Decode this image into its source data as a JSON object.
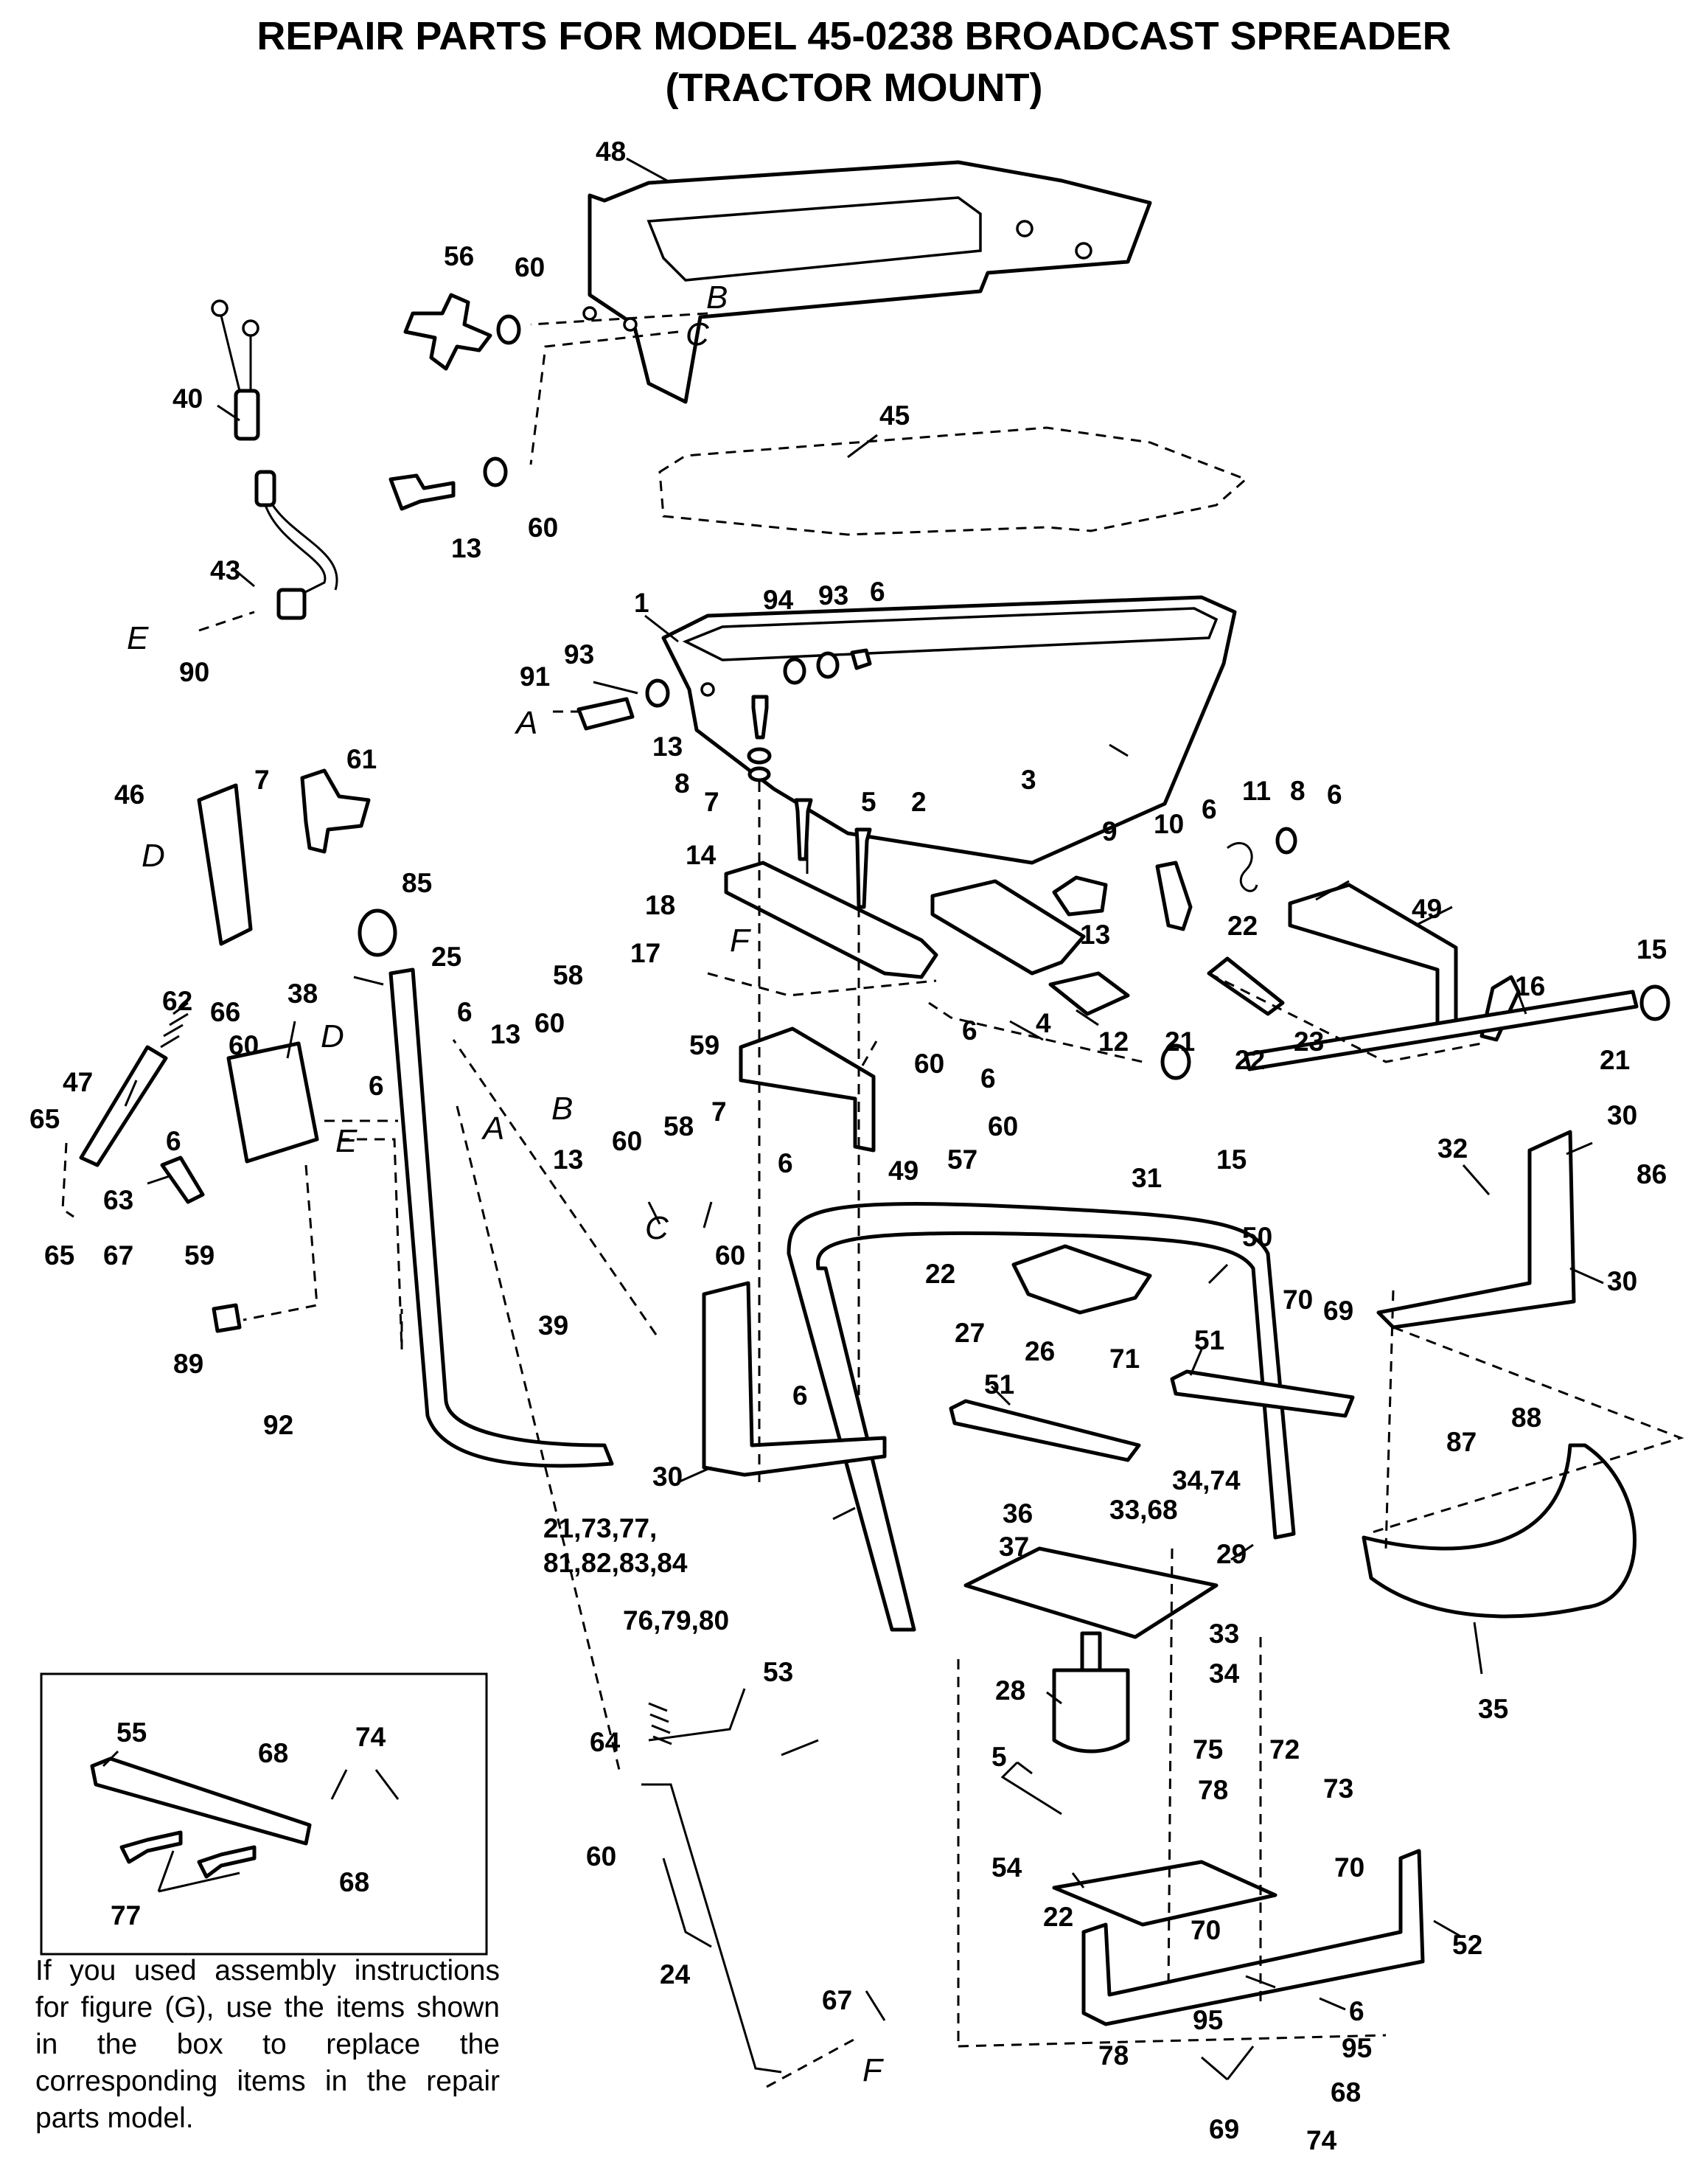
{
  "title": {
    "line1": "REPAIR PARTS FOR MODEL 45-0238  BROADCAST SPREADER",
    "line2": "(TRACTOR MOUNT)"
  },
  "callouts": [
    {
      "id": "c48",
      "text": "48"
    },
    {
      "id": "c56",
      "text": "56"
    },
    {
      "id": "c60a",
      "text": "60"
    },
    {
      "id": "c40",
      "text": "40"
    },
    {
      "id": "c45",
      "text": "45"
    },
    {
      "id": "c13a",
      "text": "13"
    },
    {
      "id": "c60b",
      "text": "60"
    },
    {
      "id": "c43",
      "text": "43"
    },
    {
      "id": "c90",
      "text": "90"
    },
    {
      "id": "c1",
      "text": "1"
    },
    {
      "id": "c94",
      "text": "94"
    },
    {
      "id": "c93a",
      "text": "93"
    },
    {
      "id": "c6a",
      "text": "6"
    },
    {
      "id": "c93b",
      "text": "93"
    },
    {
      "id": "c91",
      "text": "91"
    },
    {
      "id": "c13b",
      "text": "13"
    },
    {
      "id": "c8a",
      "text": "8"
    },
    {
      "id": "c7a",
      "text": "7"
    },
    {
      "id": "c5a",
      "text": "5"
    },
    {
      "id": "c2",
      "text": "2"
    },
    {
      "id": "c3",
      "text": "3"
    },
    {
      "id": "c9",
      "text": "9"
    },
    {
      "id": "c10",
      "text": "10"
    },
    {
      "id": "c6b",
      "text": "6"
    },
    {
      "id": "c11",
      "text": "11"
    },
    {
      "id": "c8b",
      "text": "8"
    },
    {
      "id": "c6c",
      "text": "6"
    },
    {
      "id": "c46",
      "text": "46"
    },
    {
      "id": "c7b",
      "text": "7"
    },
    {
      "id": "c61",
      "text": "61"
    },
    {
      "id": "c14",
      "text": "14"
    },
    {
      "id": "c13c",
      "text": "13"
    },
    {
      "id": "c22a",
      "text": "22"
    },
    {
      "id": "c49a",
      "text": "49"
    },
    {
      "id": "c85",
      "text": "85"
    },
    {
      "id": "c18",
      "text": "18"
    },
    {
      "id": "c17",
      "text": "17"
    },
    {
      "id": "c4",
      "text": "4"
    },
    {
      "id": "c12",
      "text": "12"
    },
    {
      "id": "c21a",
      "text": "21"
    },
    {
      "id": "c23",
      "text": "23"
    },
    {
      "id": "c22b",
      "text": "22"
    },
    {
      "id": "c15a",
      "text": "15"
    },
    {
      "id": "c16",
      "text": "16"
    },
    {
      "id": "c21b",
      "text": "21"
    },
    {
      "id": "c25",
      "text": "25"
    },
    {
      "id": "c62",
      "text": "62"
    },
    {
      "id": "c66",
      "text": "66"
    },
    {
      "id": "c38",
      "text": "38"
    },
    {
      "id": "c60c",
      "text": "60"
    },
    {
      "id": "c6d",
      "text": "6"
    },
    {
      "id": "c58a",
      "text": "58"
    },
    {
      "id": "c13d",
      "text": "13"
    },
    {
      "id": "c60d",
      "text": "60"
    },
    {
      "id": "c59a",
      "text": "59"
    },
    {
      "id": "c6e",
      "text": "6"
    },
    {
      "id": "c60e",
      "text": "60"
    },
    {
      "id": "c6f",
      "text": "6"
    },
    {
      "id": "c47",
      "text": "47"
    },
    {
      "id": "c6g",
      "text": "6"
    },
    {
      "id": "c60f",
      "text": "60"
    },
    {
      "id": "c65a",
      "text": "65"
    },
    {
      "id": "c6h",
      "text": "6"
    },
    {
      "id": "c49b",
      "text": "49"
    },
    {
      "id": "c57",
      "text": "57"
    },
    {
      "id": "c15b",
      "text": "15"
    },
    {
      "id": "c30a",
      "text": "30"
    },
    {
      "id": "c32",
      "text": "32"
    },
    {
      "id": "c86",
      "text": "86"
    },
    {
      "id": "c63",
      "text": "63"
    },
    {
      "id": "c13e",
      "text": "13"
    },
    {
      "id": "c60g",
      "text": "60"
    },
    {
      "id": "c58b",
      "text": "58"
    },
    {
      "id": "c7c",
      "text": "7"
    },
    {
      "id": "c6i",
      "text": "6"
    },
    {
      "id": "c31",
      "text": "31"
    },
    {
      "id": "c65b",
      "text": "65"
    },
    {
      "id": "c67a",
      "text": "67"
    },
    {
      "id": "c59b",
      "text": "59"
    },
    {
      "id": "c60h",
      "text": "60"
    },
    {
      "id": "c50",
      "text": "50"
    },
    {
      "id": "c30b",
      "text": "30"
    },
    {
      "id": "c22c",
      "text": "22"
    },
    {
      "id": "c70a",
      "text": "70"
    },
    {
      "id": "c69a",
      "text": "69"
    },
    {
      "id": "c27",
      "text": "27"
    },
    {
      "id": "c26",
      "text": "26"
    },
    {
      "id": "c89",
      "text": "89"
    },
    {
      "id": "c39",
      "text": "39"
    },
    {
      "id": "c51a",
      "text": "51"
    },
    {
      "id": "c71",
      "text": "71"
    },
    {
      "id": "c6j",
      "text": "6"
    },
    {
      "id": "c51b",
      "text": "51"
    },
    {
      "id": "c92",
      "text": "92"
    },
    {
      "id": "c87",
      "text": "87"
    },
    {
      "id": "c88",
      "text": "88"
    },
    {
      "id": "c30c",
      "text": "30"
    },
    {
      "id": "c34a",
      "text": "34,74"
    },
    {
      "id": "c33a",
      "text": "33,68"
    },
    {
      "id": "c36",
      "text": "36"
    },
    {
      "id": "c21c",
      "text": "21,73,77,"
    },
    {
      "id": "c81",
      "text": "81,82,83,84"
    },
    {
      "id": "c37",
      "text": "37"
    },
    {
      "id": "c29",
      "text": "29"
    },
    {
      "id": "c76",
      "text": "76,79,80"
    },
    {
      "id": "c33b",
      "text": "33"
    },
    {
      "id": "c53",
      "text": "53"
    },
    {
      "id": "c34b",
      "text": "34"
    },
    {
      "id": "c35",
      "text": "35"
    },
    {
      "id": "c28",
      "text": "28"
    },
    {
      "id": "c55",
      "text": "55"
    },
    {
      "id": "c68a",
      "text": "68"
    },
    {
      "id": "c74a",
      "text": "74"
    },
    {
      "id": "c64",
      "text": "64"
    },
    {
      "id": "c5b",
      "text": "5"
    },
    {
      "id": "c75",
      "text": "75"
    },
    {
      "id": "c72",
      "text": "72"
    },
    {
      "id": "c78a",
      "text": "78"
    },
    {
      "id": "c73",
      "text": "73"
    },
    {
      "id": "c68b",
      "text": "68"
    },
    {
      "id": "c77",
      "text": "77"
    },
    {
      "id": "c60i",
      "text": "60"
    },
    {
      "id": "c54",
      "text": "54"
    },
    {
      "id": "c70b",
      "text": "70"
    },
    {
      "id": "c22d",
      "text": "22"
    },
    {
      "id": "c70c",
      "text": "70"
    },
    {
      "id": "c52",
      "text": "52"
    },
    {
      "id": "c24",
      "text": "24"
    },
    {
      "id": "c6k",
      "text": "6"
    },
    {
      "id": "c67b",
      "text": "67"
    },
    {
      "id": "c95a",
      "text": "95"
    },
    {
      "id": "c95b",
      "text": "95"
    },
    {
      "id": "c78b",
      "text": "78"
    },
    {
      "id": "c68c",
      "text": "68"
    },
    {
      "id": "c69b",
      "text": "69"
    },
    {
      "id": "c74b",
      "text": "74"
    }
  ],
  "connection_letters": [
    {
      "id": "lB1",
      "text": "B"
    },
    {
      "id": "lC1",
      "text": "C"
    },
    {
      "id": "lE1",
      "text": "E"
    },
    {
      "id": "lA1",
      "text": "A"
    },
    {
      "id": "lD1",
      "text": "D"
    },
    {
      "id": "lF1",
      "text": "F"
    },
    {
      "id": "lD2",
      "text": "D"
    },
    {
      "id": "lA2",
      "text": "A"
    },
    {
      "id": "lB2",
      "text": "B"
    },
    {
      "id": "lE2",
      "text": "E"
    },
    {
      "id": "lC2",
      "text": "C"
    },
    {
      "id": "lF2",
      "text": "F"
    }
  ],
  "inset_note": "If you used assembly instructions for figure (G), use the items shown in the box to replace the corresponding items in the repair parts model."
}
